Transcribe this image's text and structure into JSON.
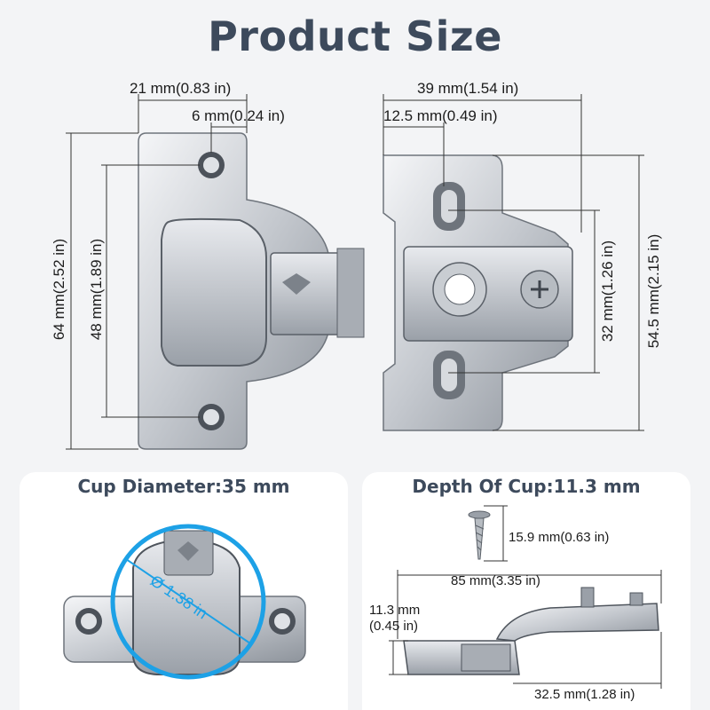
{
  "title": "Product Size",
  "top_diagram": {
    "width_plate": "21 mm(0.83 in)",
    "hole_offset": "6 mm(0.24 in)",
    "height_total": "64 mm(2.52 in)",
    "height_holes": "48 mm(1.89 in)",
    "width_total": "39 mm(1.54 in)",
    "width_mount": "12.5 mm(0.49 in)",
    "height_slots": "32 mm(1.26 in)",
    "height_mount": "54.5 mm(2.15 in)"
  },
  "cup_panel": {
    "title": "Cup Diameter:35 mm",
    "diameter_label": "Ø 1.38 in"
  },
  "depth_panel": {
    "title": "Depth Of Cup:11.3 mm",
    "screw_length": "15.9 mm(0.63 in)",
    "arm_length": "85 mm(3.35 in)",
    "cup_depth_line1": "11.3 mm",
    "cup_depth_line2": "(0.45 in)",
    "base_length": "32.5 mm(1.28 in)"
  },
  "colors": {
    "title": "#3d4a5c",
    "accent": "#1da1e6",
    "metal": "#c8ccd2"
  }
}
